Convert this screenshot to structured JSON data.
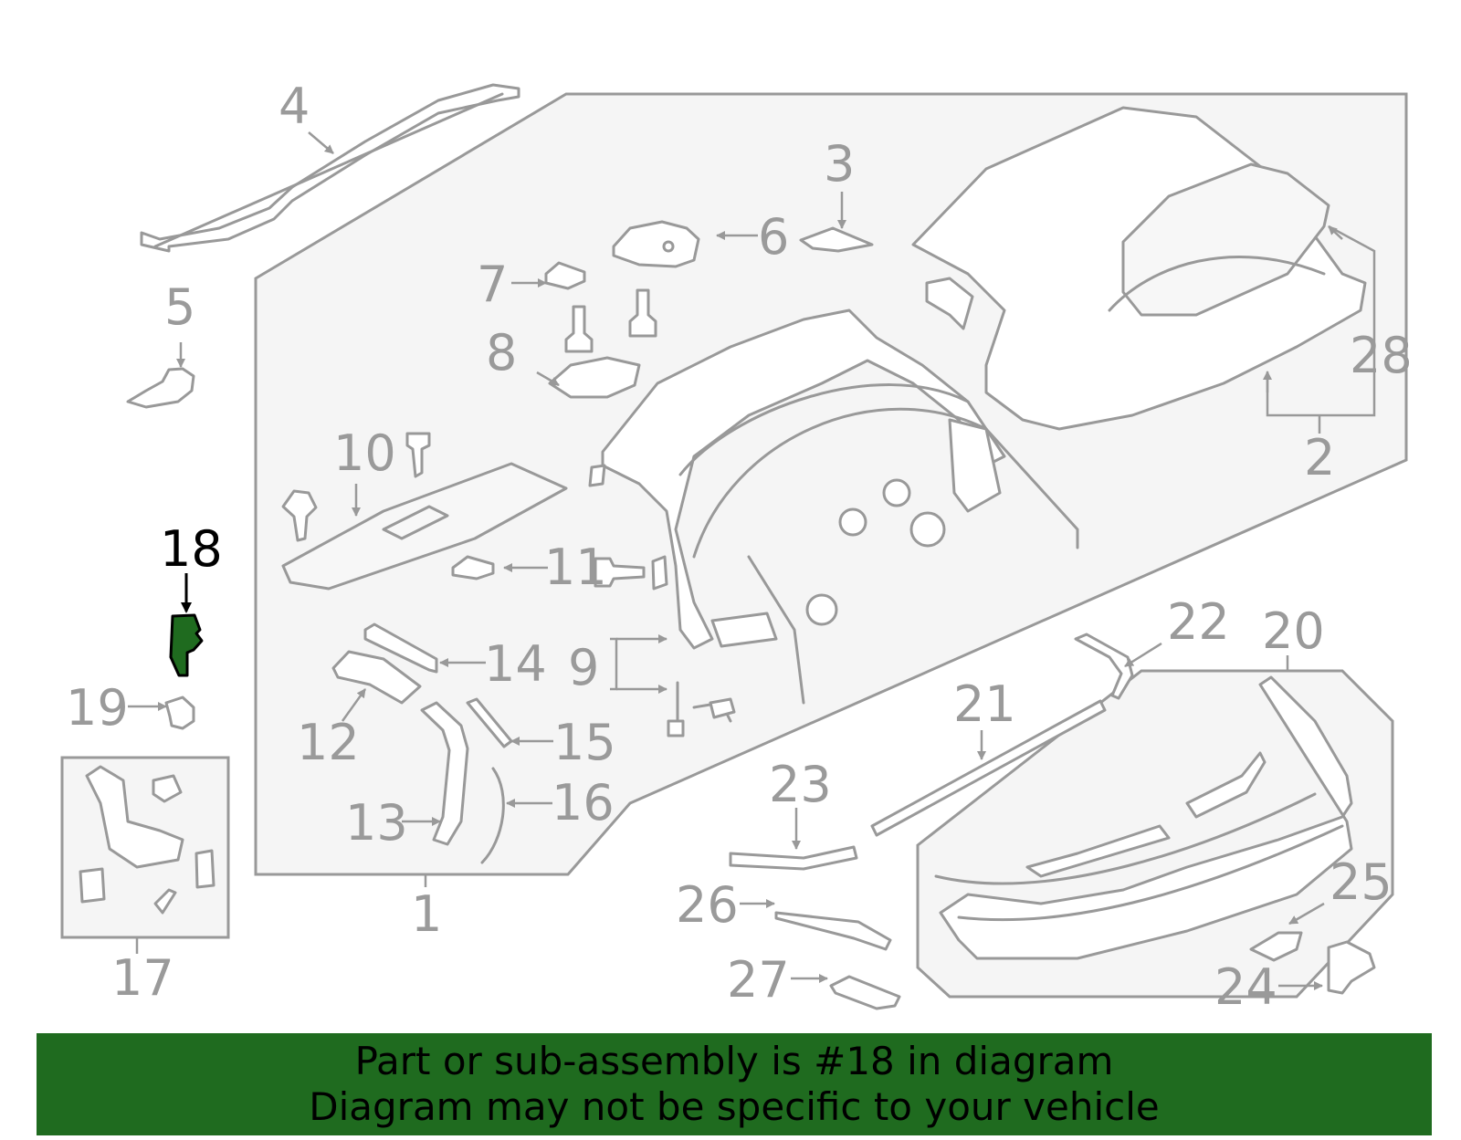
{
  "diagram": {
    "callouts": [
      "1",
      "2",
      "3",
      "4",
      "5",
      "6",
      "7",
      "8",
      "9",
      "10",
      "11",
      "12",
      "13",
      "14",
      "15",
      "16",
      "17",
      "18",
      "19",
      "20",
      "21",
      "22",
      "23",
      "24",
      "25",
      "26",
      "27",
      "28"
    ],
    "highlighted_callout": "18",
    "highlight_color": "#1f6b1f",
    "line_color": "#999999"
  },
  "banner": {
    "line1": "Part or sub-assembly is #18 in diagram",
    "line2": "Diagram may not be specific to your vehicle",
    "background": "#1f6b1f"
  }
}
